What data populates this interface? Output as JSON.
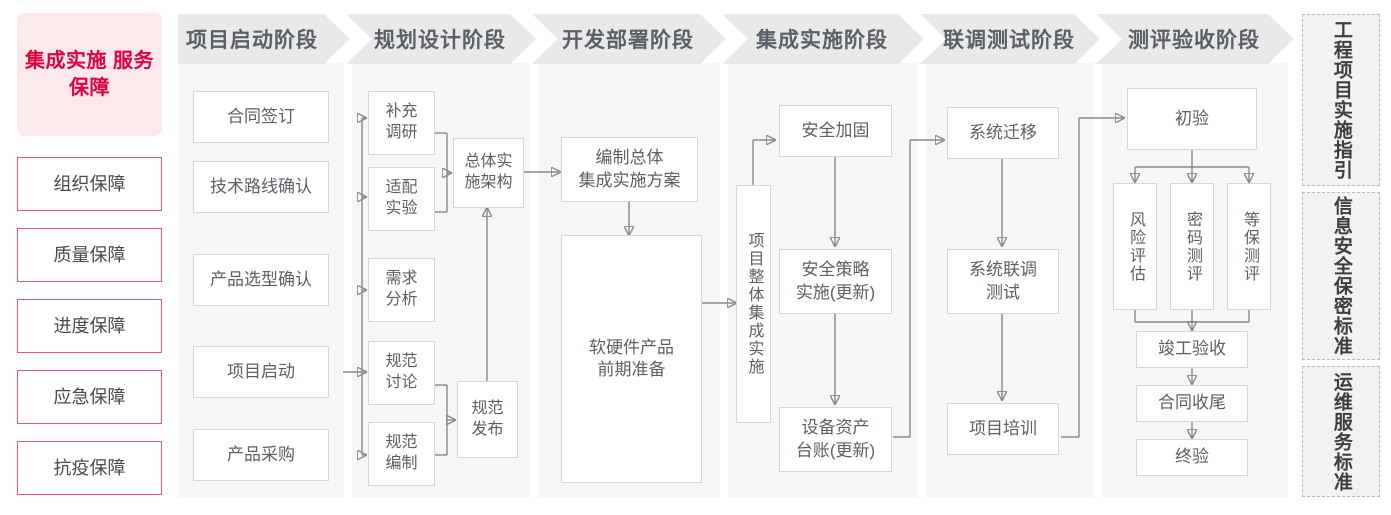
{
  "left_rail": {
    "title": "集成实施\n服务保障",
    "items": [
      {
        "label": "组织保障"
      },
      {
        "label": "质量保障"
      },
      {
        "label": "进度保障"
      },
      {
        "label": "应急保障"
      },
      {
        "label": "抗疫保障"
      }
    ]
  },
  "phases": [
    {
      "id": "startup",
      "label": "项目启动阶段"
    },
    {
      "id": "planning",
      "label": "规划设计阶段"
    },
    {
      "id": "deploy",
      "label": "开发部署阶段"
    },
    {
      "id": "integrate",
      "label": "集成实施阶段"
    },
    {
      "id": "joint_test",
      "label": "联调测试阶段"
    },
    {
      "id": "acceptance",
      "label": "测评验收阶段"
    }
  ],
  "nodes": {
    "contract": "合同签订",
    "tech_route": "技术路线确认",
    "product_select": "产品选型确认",
    "project_kickoff": "项目启动",
    "procurement": "产品采购",
    "extra_survey": "补充\n调研",
    "adapt_test": "适配\n实验",
    "req_analysis": "需求\n分析",
    "spec_discuss": "规范\n讨论",
    "spec_draft": "规范\n编制",
    "overall_arch": "总体实\n施架构",
    "spec_release": "规范\n发布",
    "compile_plan": "编制总体\n集成实施方案",
    "hw_sw_prep": "软硬件产品\n前期准备",
    "overall_integration": "项目整体集成实施",
    "security_hardening": "安全加固",
    "security_policy": "安全策略\n实施(更新)",
    "asset_ledger": "设备资产\n台账(更新)",
    "system_migration": "系统迁移",
    "joint_debug_test": "系统联调\n测试",
    "project_training": "项目培训",
    "first_acceptance": "初验",
    "risk_assessment": "风险评估",
    "crypto_evaluation": "密码测评",
    "mlps_evaluation": "等保测评",
    "completion_accept": "竣工验收",
    "contract_closure": "合同收尾",
    "final_acceptance": "终验"
  },
  "right_rail": [
    {
      "id": "engineering-guide",
      "label": "工程项目实施指引"
    },
    {
      "id": "security-standard",
      "label": "信息安全保密标准"
    },
    {
      "id": "ops-standard",
      "label": "运维服务标准"
    }
  ],
  "colors": {
    "brand_red": "#e2003d",
    "rail_pink_bg": "#fce9ec",
    "rail_border": "#e0576e",
    "phase_header_bg": "#e9e9e9",
    "phase_body_bg": "#f6f6f6",
    "node_border": "#d6d6d6",
    "text_gray": "#5b6066",
    "wire_gray": "#8a8a8a"
  }
}
